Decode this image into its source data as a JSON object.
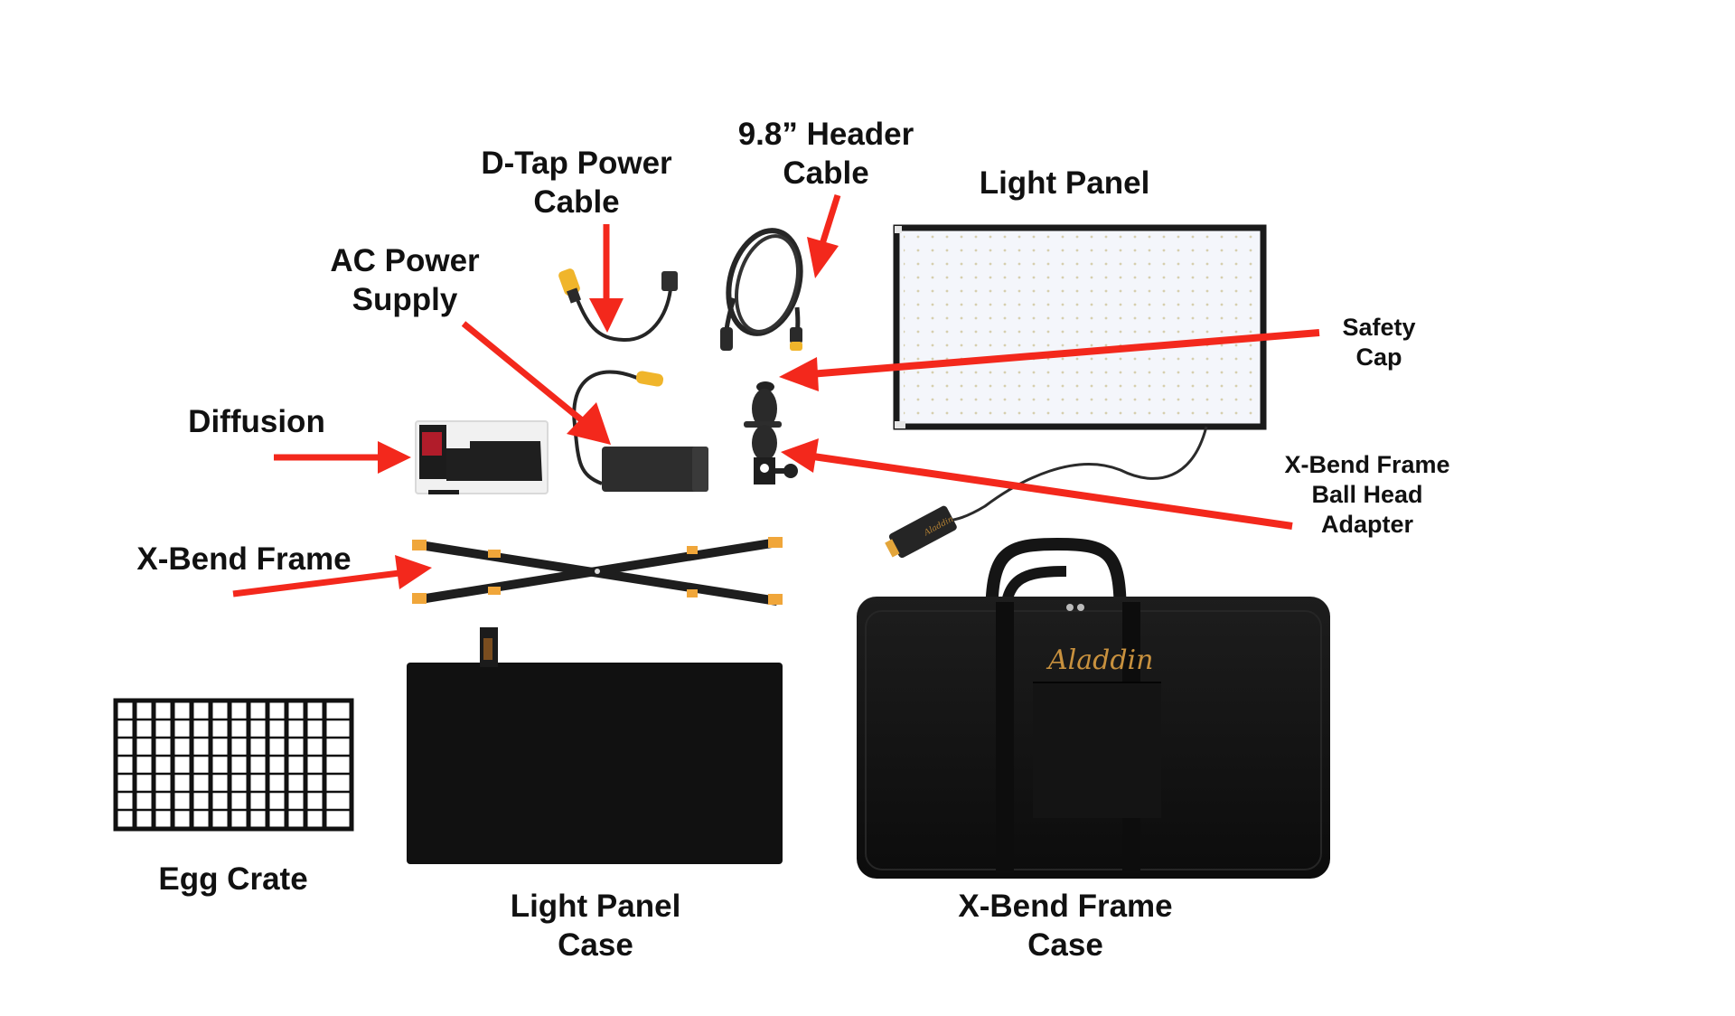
{
  "diagram": {
    "type": "product-kit-contents",
    "brand_logo_text": "Aladdin",
    "arrow_color": "#f3281c",
    "components": [
      {
        "id": "dtap",
        "label_lines": [
          "D-Tap Power",
          "Cable"
        ]
      },
      {
        "id": "header",
        "label_lines": [
          "9.8” Header",
          "Cable"
        ]
      },
      {
        "id": "panel",
        "label_lines": [
          "Light Panel"
        ]
      },
      {
        "id": "ac",
        "label_lines": [
          "AC Power",
          "Supply"
        ]
      },
      {
        "id": "safety",
        "label_lines": [
          "Safety",
          "Cap"
        ]
      },
      {
        "id": "diffusion",
        "label_lines": [
          "Diffusion"
        ]
      },
      {
        "id": "ballhead",
        "label_lines": [
          "X-Bend Frame",
          "Ball Head",
          "Adapter"
        ]
      },
      {
        "id": "xframe",
        "label_lines": [
          "X-Bend Frame"
        ]
      },
      {
        "id": "eggcrate",
        "label_lines": [
          "Egg Crate"
        ]
      },
      {
        "id": "panelcase",
        "label_lines": [
          "Light Panel",
          "Case"
        ]
      },
      {
        "id": "framecase",
        "label_lines": [
          "X-Bend Frame",
          "Case"
        ]
      }
    ]
  }
}
